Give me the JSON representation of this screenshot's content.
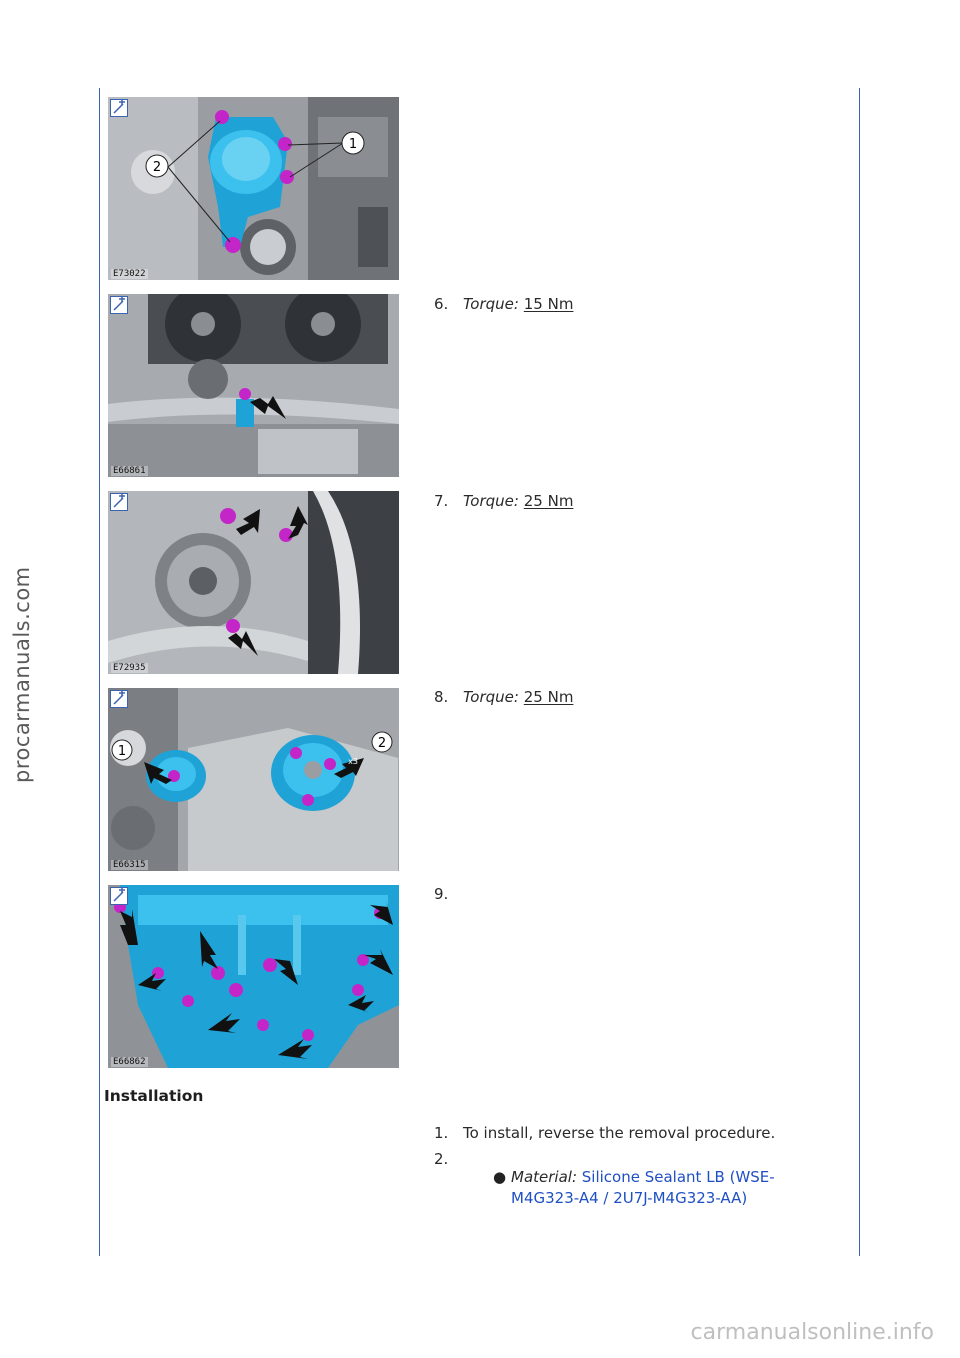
{
  "figures": [
    {
      "code": "E73022",
      "callouts": [
        "1",
        "2"
      ]
    },
    {
      "code": "E66861",
      "callouts": []
    },
    {
      "code": "E72935",
      "callouts": []
    },
    {
      "code": "E66315",
      "callouts": [
        "1",
        "2",
        "x3"
      ]
    },
    {
      "code": "E66862",
      "callouts": []
    }
  ],
  "steps": [
    {
      "number": "6.",
      "label": "Torque:",
      "value": "15 Nm"
    },
    {
      "number": "7.",
      "label": "Torque:",
      "value": "25 Nm"
    },
    {
      "number": "8.",
      "label": "Torque:",
      "value": "25 Nm"
    },
    {
      "number": "9.",
      "label": "",
      "value": ""
    }
  ],
  "installation": {
    "heading": "Installation",
    "steps": [
      {
        "number": "1.",
        "text": "To install, reverse the removal procedure."
      },
      {
        "number": "2.",
        "text": ""
      }
    ],
    "material": {
      "label": "Material:",
      "value": "Silicone Sealant LB (WSE-M4G323-A4 / 2U7J-M4G323-AA)"
    }
  },
  "watermarks": {
    "side": "procarmanuals.com",
    "bottom": "carmanualsonline.info"
  },
  "colors": {
    "rule": "#3b63b0",
    "link": "#1f4fc4",
    "part_highlight": "#1fa3d6",
    "bolt_highlight": "#c425c8"
  }
}
